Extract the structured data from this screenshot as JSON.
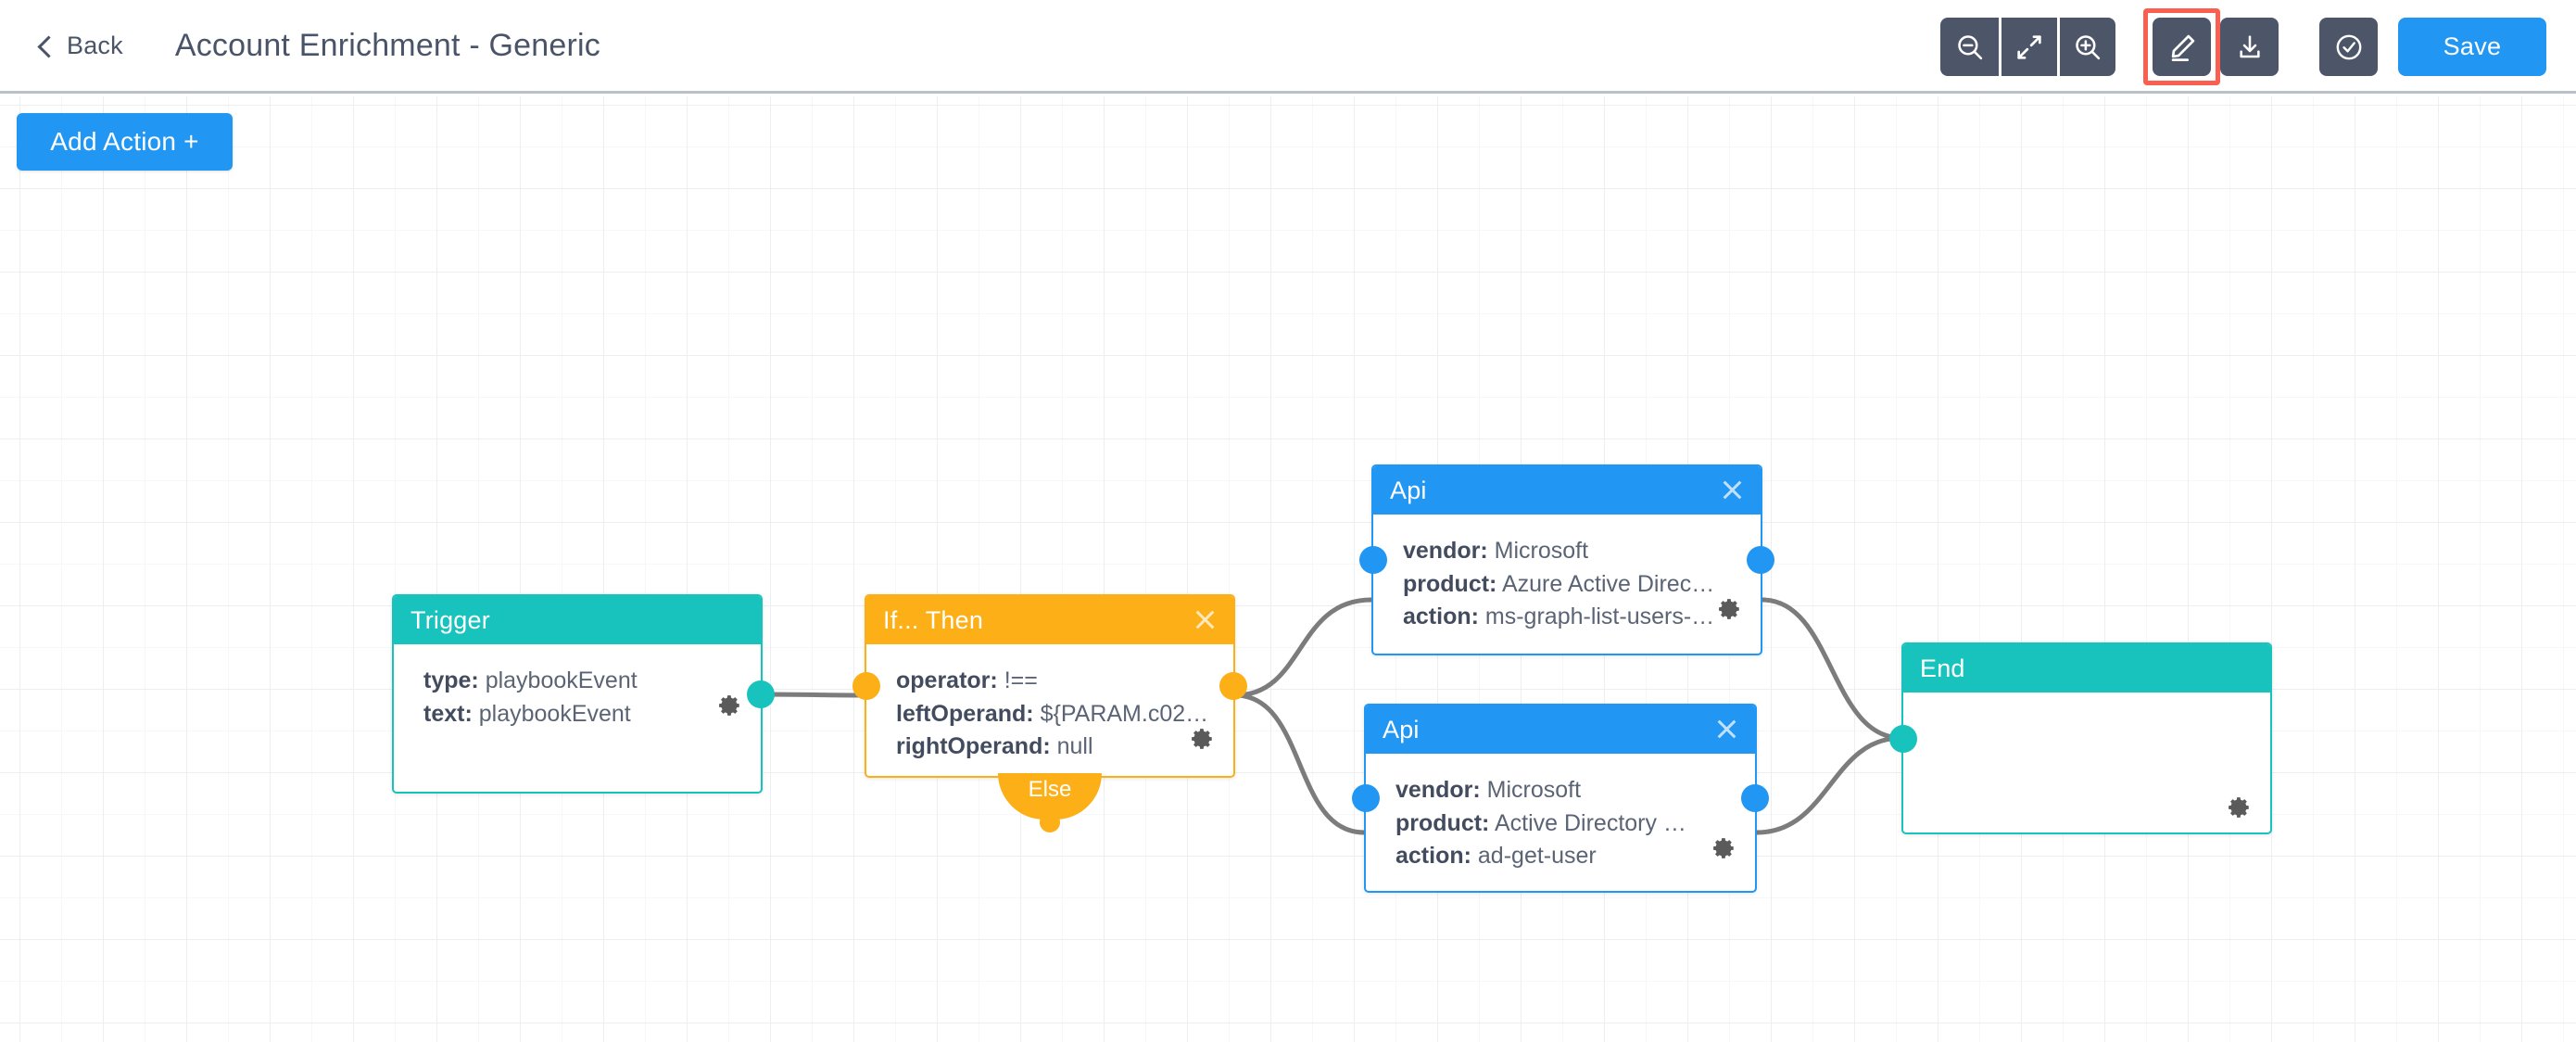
{
  "header": {
    "back_label": "Back",
    "title": "Account Enrichment - Generic",
    "back_icon": "chevron-left-icon",
    "tools": [
      {
        "name": "zoom-out-icon",
        "label": "Zoom Out"
      },
      {
        "name": "fit-to-screen-icon",
        "label": "Fit To Screen"
      },
      {
        "name": "zoom-in-icon",
        "label": "Zoom In"
      },
      {
        "name": "pencil-edit-icon",
        "label": "Edit",
        "selected": true
      },
      {
        "name": "download-icon",
        "label": "Download"
      },
      {
        "name": "check-circle-icon",
        "label": "Validate"
      }
    ],
    "save_label": "Save"
  },
  "canvas": {
    "add_action_label": "Add Action +",
    "grid": true
  },
  "colors": {
    "accent_blue": "#2196f3",
    "teal": "#19c3bd",
    "orange": "#fcaf17",
    "toolbar_dark": "#4d5569",
    "highlight_red": "#fb5f4f",
    "text_dark": "#4a5468",
    "edge_gray": "#7c7c7c"
  },
  "nodes": {
    "trigger": {
      "title": "Trigger",
      "color": "teal",
      "closable": false,
      "fields": [
        {
          "key": "type:",
          "value": "playbookEvent"
        },
        {
          "key": "text:",
          "value": "playbookEvent"
        }
      ],
      "gear_icon": "gear-icon"
    },
    "if_then": {
      "title": "If... Then",
      "color": "orange",
      "closable": true,
      "close_icon": "close-icon",
      "fields": [
        {
          "key": "operator:",
          "value": "!=="
        },
        {
          "key": "leftOperand:",
          "value": "${PARAM.c02…"
        },
        {
          "key": "rightOperand:",
          "value": "null"
        }
      ],
      "else_label": "Else",
      "gear_icon": "gear-icon"
    },
    "api_top": {
      "title": "Api",
      "color": "blue",
      "closable": true,
      "close_icon": "close-icon",
      "fields": [
        {
          "key": "vendor:",
          "value": "Microsoft"
        },
        {
          "key": "product:",
          "value": "Azure Active Direc…"
        },
        {
          "key": "action:",
          "value": "ms-graph-list-users-…"
        }
      ],
      "gear_icon": "gear-icon"
    },
    "api_bottom": {
      "title": "Api",
      "color": "blue",
      "closable": true,
      "close_icon": "close-icon",
      "fields": [
        {
          "key": "vendor:",
          "value": "Microsoft"
        },
        {
          "key": "product:",
          "value": "Active Directory …"
        },
        {
          "key": "action:",
          "value": "ad-get-user"
        }
      ],
      "gear_icon": "gear-icon"
    },
    "end": {
      "title": "End",
      "color": "teal",
      "closable": false,
      "fields": [],
      "gear_icon": "gear-icon"
    }
  }
}
